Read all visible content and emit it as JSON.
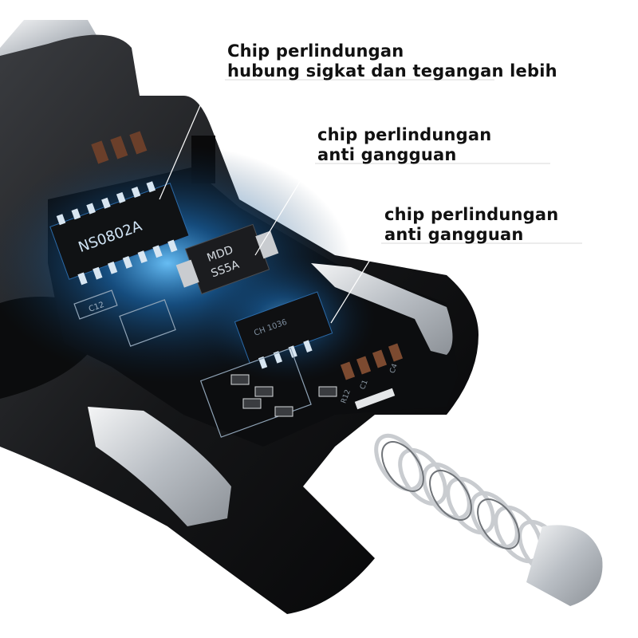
{
  "callouts": [
    {
      "line1": "Chip perlindungan",
      "line2": "hubung sigkat dan tegangan lebih"
    },
    {
      "line1": "chip perlindungan",
      "line2": "anti  gangguan"
    },
    {
      "line1": "chip perlindungan",
      "line2": "anti  gangguan"
    }
  ],
  "pcb_markings": {
    "chip_main": "NS0802A",
    "chip_mid_1": "MDD",
    "chip_mid_2": "SS5A",
    "chip_small": "CH 1036",
    "label_c12": "C12",
    "label_c1": "C1",
    "label_r12": "R12",
    "label_c4": "C4"
  },
  "colors": {
    "housing": "#161719",
    "pcb": "#0c0d0f",
    "glow": "#2fa3ff",
    "metal": "#cfd3d7"
  }
}
